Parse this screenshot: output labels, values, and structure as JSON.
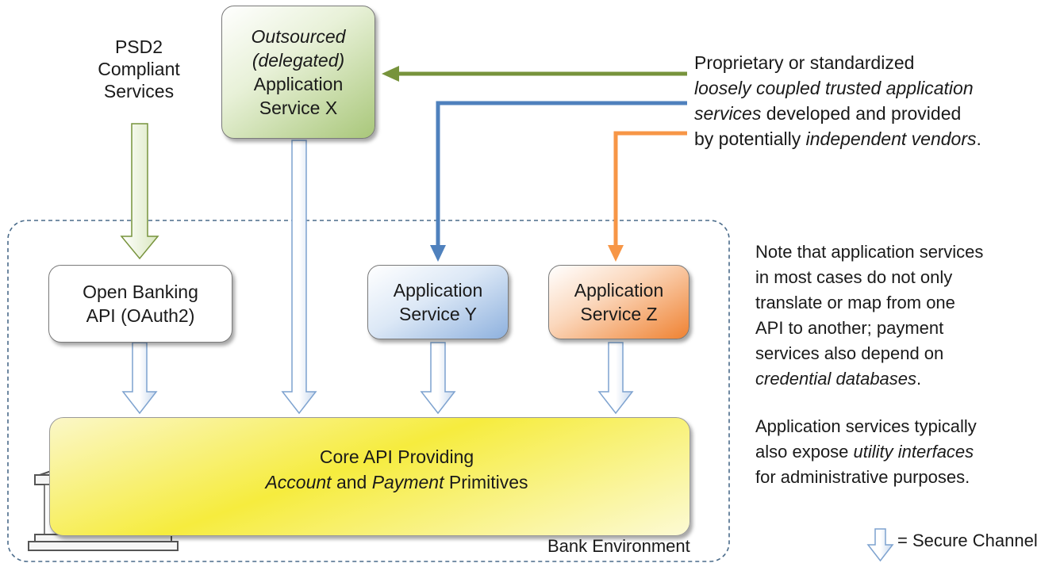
{
  "psd2": [
    "PSD2",
    "Compliant",
    "Services"
  ],
  "service_x": {
    "line1": "Outsourced",
    "line2": "(delegated)",
    "line3": "Application",
    "line4": "Service X"
  },
  "open_banking": {
    "line1": "Open Banking",
    "line2": "API (OAuth2)"
  },
  "service_y": {
    "line1": "Application",
    "line2": "Service Y"
  },
  "service_z": {
    "line1": "Application",
    "line2": "Service Z"
  },
  "core": {
    "line1": "Core API Providing",
    "account": "Account",
    "and": "and",
    "payment": "Payment",
    "primitives": "Primitives"
  },
  "bank_environment": "Bank Environment",
  "vendors_note": {
    "l1": "Proprietary or standardized",
    "l2": "loosely coupled trusted application",
    "l3a": "services",
    "l3b": "developed and provided",
    "l4a": "by potentially",
    "l4b": "independent vendors",
    "l4c": "."
  },
  "translate_note": {
    "l1": "Note that application services",
    "l2": "in most cases do not only",
    "l3": "translate or map from one",
    "l4": "API to another; payment",
    "l5": "services also depend on",
    "l6a": "credential databases",
    "l6b": "."
  },
  "utility_note": {
    "l1": "Application services typically",
    "l2a": "also expose",
    "l2b": "utility interfaces",
    "l3": "for administrative purposes."
  },
  "legend": {
    "label": "= Secure Channel"
  },
  "colors": {
    "green": "#77933c",
    "blue": "#4f81bd",
    "orange": "#f79646",
    "dashed": "#4a6b8a",
    "channel_fill": "#ffffff",
    "channel_stroke": "#7da2cf"
  }
}
